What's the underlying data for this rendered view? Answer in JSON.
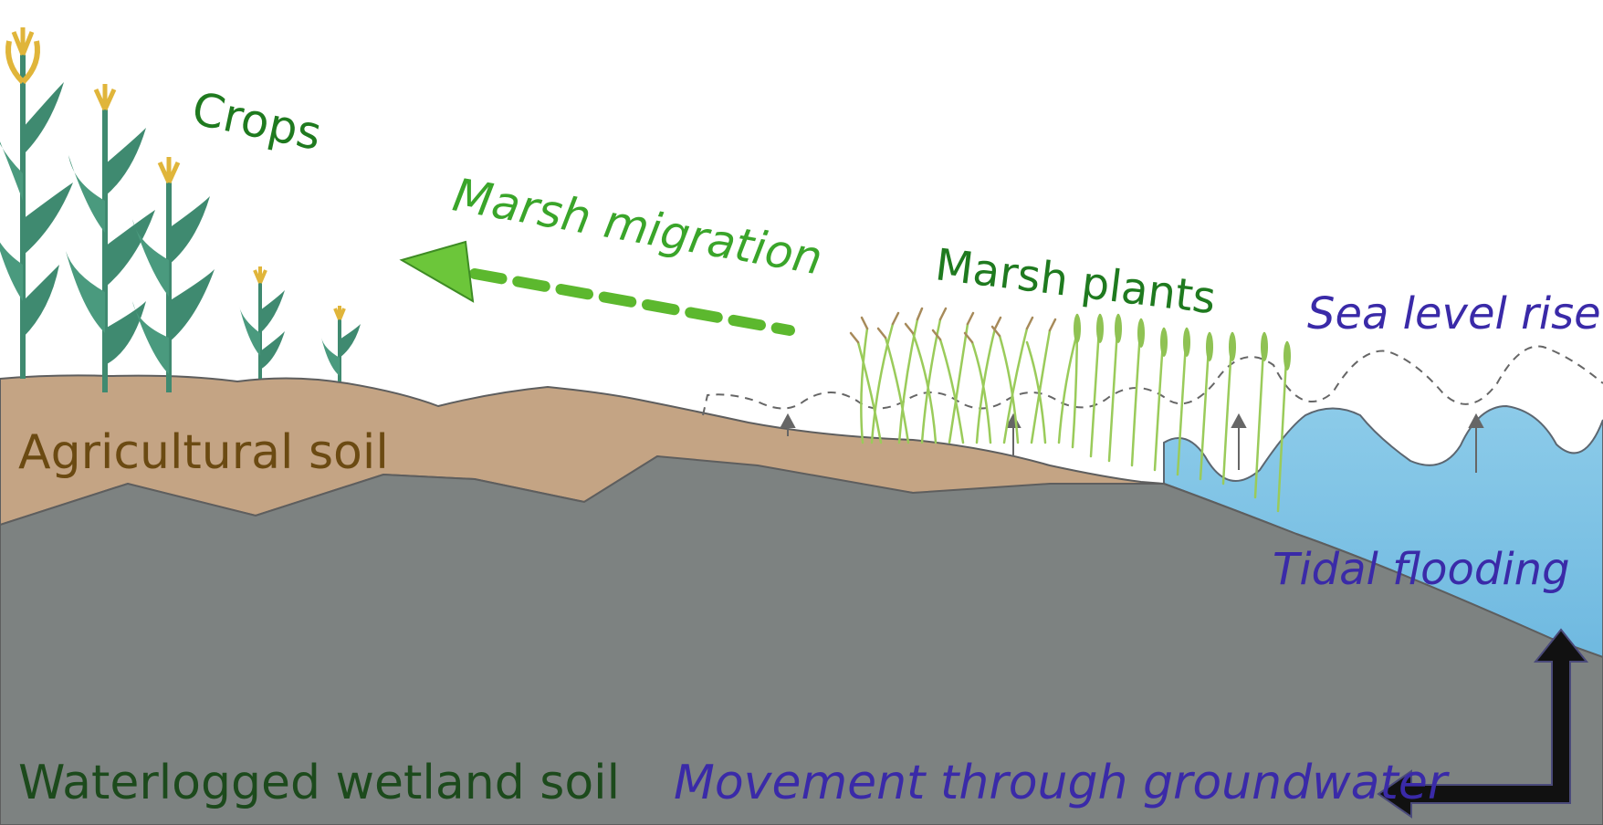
{
  "labels": {
    "crops": "Crops",
    "marsh_migration": "Marsh migration",
    "marsh_plants": "Marsh plants",
    "sea_level_rise": "Sea level rise",
    "agricultural_soil": "Agricultural soil",
    "tidal_flooding": "Tidal flooding",
    "waterlogged_soil": "Waterlogged wetland soil",
    "groundwater": "Movement through groundwater"
  },
  "colors": {
    "agricultural_soil": "#c4a484",
    "wetland_soil": "#7d8281",
    "water": "#7ec0e4",
    "corn_leaf": "#3f8a70",
    "corn_tassel": "#e0b53a",
    "marsh_grass": "#9acb5a",
    "migration_arrow": "#5cb82e",
    "groundwater_arrow": "#111111"
  }
}
